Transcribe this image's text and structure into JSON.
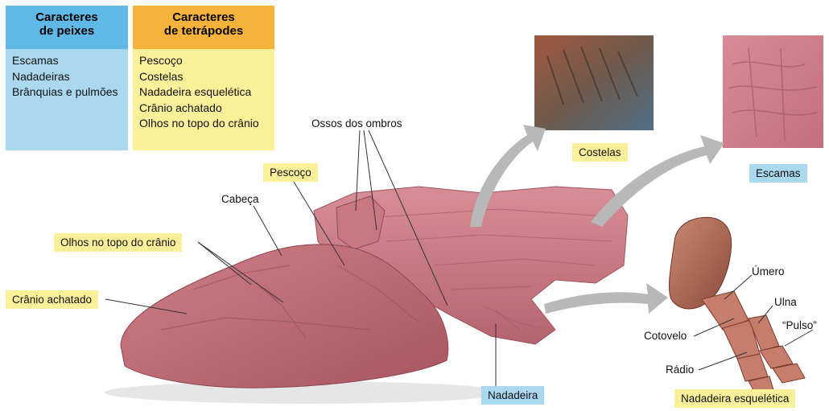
{
  "tables": {
    "fish": {
      "header_line1": "Caracteres",
      "header_line2": "de peixes",
      "items": [
        "Escamas",
        "Nadadeiras",
        "Brânquias e pulmões"
      ],
      "header_color": "#5fb8e6",
      "body_color": "#a9d8ef"
    },
    "tetrapod": {
      "header_line1": "Caracteres",
      "header_line2": "de tetrápodes",
      "items": [
        "Pescoço",
        "Costelas",
        "Nadadeira esquelética",
        "Crânio achatado",
        "Olhos no topo do crânio"
      ],
      "header_color": "#f6b23a",
      "body_color": "#fbf09a"
    }
  },
  "labels": {
    "ossos_ombros": "Ossos dos ombros",
    "cabeca": "Cabeça",
    "pescoco": "Pescoço",
    "olhos": "Olhos no topo do crânio",
    "cranio": "Crânio achatado",
    "costelas": "Costelas",
    "escamas": "Escamas",
    "nadadeira": "Nadadeira",
    "umero": "Úmero",
    "ulna": "Ulna",
    "pulso": "“Pulso”",
    "cotovelo": "Cotovelo",
    "radio": "Rádio",
    "nadadeira_esqueletica": "Nadadeira esquelética"
  },
  "colors": {
    "fossil": "#c97b84",
    "arrow": "#b8b8b8",
    "yellow_tag": "#fbf09a",
    "blue_tag": "#a9d8ef"
  }
}
